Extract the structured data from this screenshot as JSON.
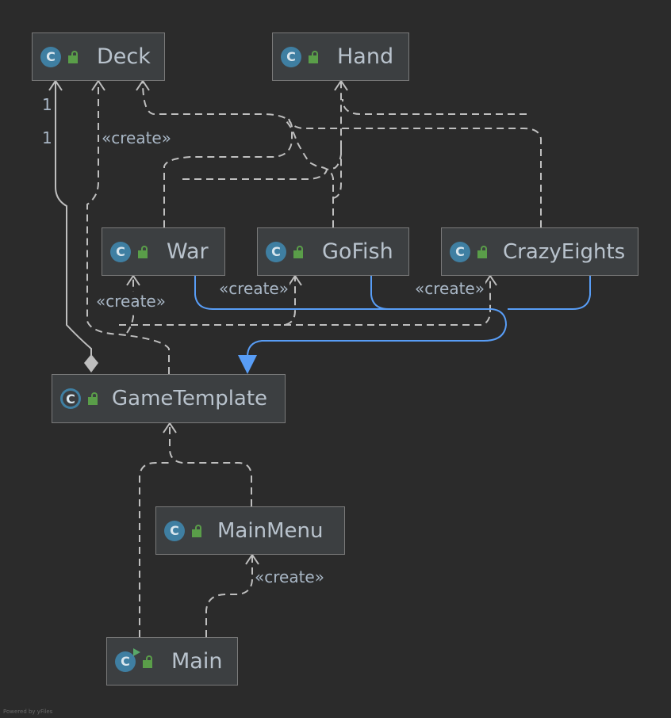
{
  "nodes": {
    "deck": {
      "label": "Deck",
      "icon": "class-icon"
    },
    "hand": {
      "label": "Hand",
      "icon": "class-icon"
    },
    "war": {
      "label": "War",
      "icon": "class-icon"
    },
    "gofish": {
      "label": "GoFish",
      "icon": "class-icon"
    },
    "crazyeights": {
      "label": "CrazyEights",
      "icon": "class-icon"
    },
    "gametemplate": {
      "label": "GameTemplate",
      "icon": "abstract-class-icon"
    },
    "mainmenu": {
      "label": "MainMenu",
      "icon": "class-icon"
    },
    "main": {
      "label": "Main",
      "icon": "runnable-class-icon"
    }
  },
  "icon_letter": "C",
  "edge_labels": {
    "multiplicity_top": "1",
    "multiplicity_bottom": "1",
    "create": "«create»"
  },
  "footer": "Powered by yFiles",
  "colors": {
    "background": "#2b2b2b",
    "node_fill": "#3c3f41",
    "node_border": "#7a7a7a",
    "dashed_edge": "#bfbfbf",
    "inheritance_edge": "#589df6",
    "class_icon": "#3f7fa2",
    "visibility_icon": "#5a9e49",
    "text": "#b9c3cd"
  }
}
